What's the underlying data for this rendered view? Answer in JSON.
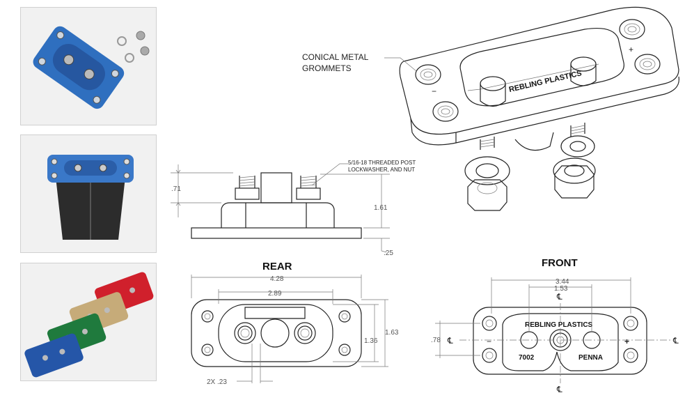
{
  "photos": [
    {
      "subject": "blue connector with hardware",
      "color": "#2f6fbf"
    },
    {
      "subject": "blue connector with black housing",
      "color": "#2f6fbf"
    },
    {
      "subject": "four colored connectors",
      "colors": [
        "#2556a8",
        "#1f7a3d",
        "#c6ab79",
        "#d0202c"
      ]
    }
  ],
  "isometric": {
    "callout_line1": "CONICAL METAL",
    "callout_line2": "GROMMETS",
    "engraving": "REBLING PLASTICS",
    "minus_symbol": "−",
    "plus_symbol": "+"
  },
  "side_view": {
    "callout_line1": "5/16-18 THREADED POST",
    "callout_line2": "LOCKWASHER, AND NUT",
    "dim_post": ".71",
    "dim_height": "1.61",
    "dim_base": ".25"
  },
  "rear_view": {
    "title": "REAR",
    "dim_width": "4.28",
    "dim_slot": "2.89",
    "dim_height": "1.63",
    "dim_inner": "1.36",
    "dim_hole": "2X .23"
  },
  "front_view": {
    "title": "FRONT",
    "dim_width": "3.44",
    "dim_posts": "1.53",
    "dim_vertical": ".78",
    "centerline": "℄",
    "engraving": "REBLING PLASTICS",
    "part_number": "7002",
    "location": "PENNA",
    "minus_symbol": "−",
    "plus_symbol": "+"
  },
  "colors": {
    "line": "#222222",
    "dim": "#555555"
  }
}
